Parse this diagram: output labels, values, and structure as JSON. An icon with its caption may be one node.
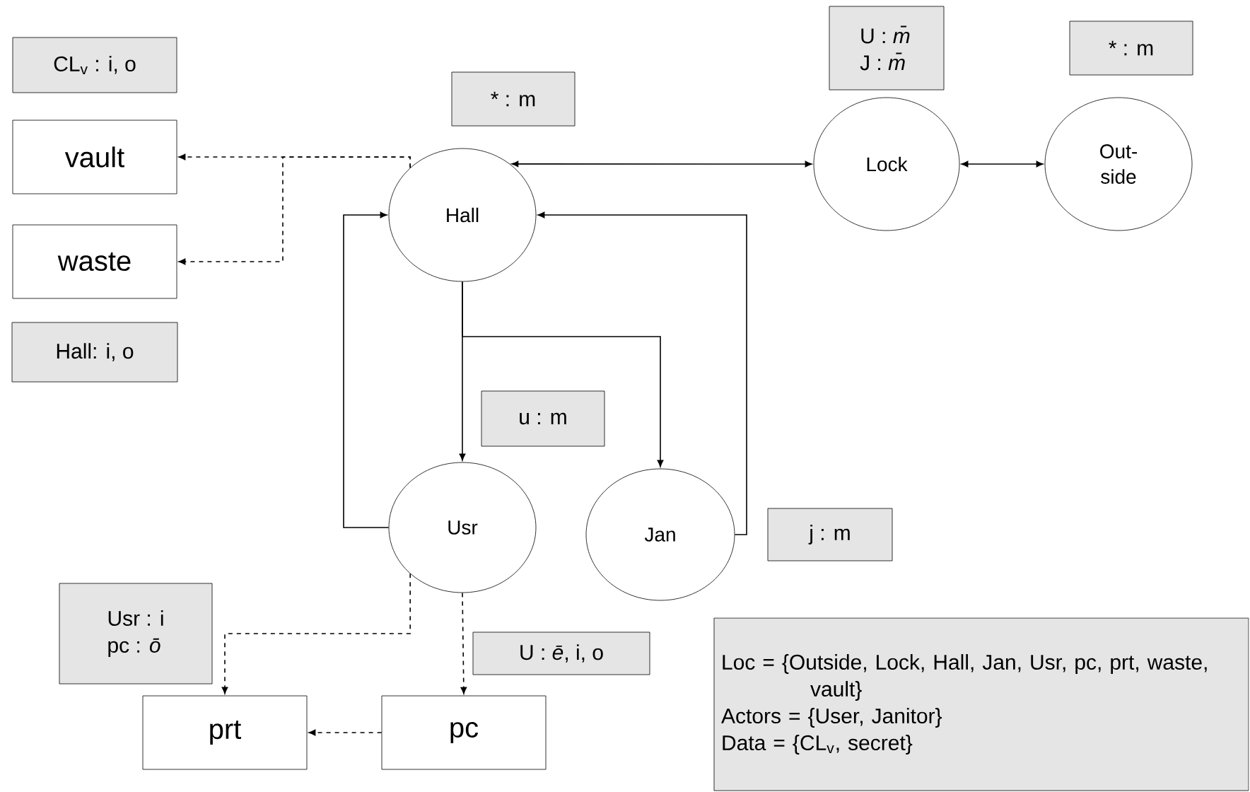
{
  "diagram": {
    "nodes": [
      {
        "text": [
          "CL$_{v}$ : i, o"
        ]
      },
      {
        "text": [
          "vault"
        ]
      },
      {
        "text": [
          "waste"
        ]
      },
      {
        "text": [
          "Hall: i, o"
        ]
      },
      {
        "text": [
          "* : m"
        ]
      },
      {
        "text": [
          "Hall"
        ]
      },
      {
        "text": [
          "U : *m̄*",
          "J : *m̄*"
        ]
      },
      {
        "text": [
          "* : m"
        ]
      },
      {
        "text": [
          "Lock"
        ]
      },
      {
        "text": [
          "Out-side"
        ]
      },
      {
        "text": [
          "u : m"
        ]
      },
      {
        "text": [
          "Usr"
        ]
      },
      {
        "text": [
          "Jan"
        ]
      },
      {
        "text": [
          "j : m"
        ]
      },
      {
        "text": [
          "Usr : i",
          "pc : *ō*"
        ]
      },
      {
        "text": [
          "U : *ē*, i, o"
        ]
      },
      {
        "text": [
          "prt"
        ]
      },
      {
        "text": [
          "pc"
        ]
      },
      {
        "text": [
          "Loc = {Outside, Lock, Hall, Jan, Usr, pc, prt, waste, vault}",
          "Actors = {User, Janitor}",
          "Data = {CL$_{v}$, secret}"
        ]
      }
    ],
    "edges": [
      {
        "from": 5,
        "to": 1,
        "arrow": "to",
        "style": "dashed"
      },
      {
        "from": 5,
        "to": 2,
        "arrow": "to",
        "style": "dashed"
      },
      {
        "from": 5,
        "to": 8,
        "arrow": "both"
      },
      {
        "from": 8,
        "to": 9,
        "arrow": "both"
      },
      {
        "from": 5,
        "to": 11,
        "arrow": "to"
      },
      {
        "from": 5,
        "to": 12,
        "arrow": "to"
      },
      {
        "from": 11,
        "to": 5,
        "arrow": "to"
      },
      {
        "from": 12,
        "to": 5,
        "arrow": "to"
      },
      {
        "from": 11,
        "to": 16,
        "arrow": "to",
        "style": "dashed"
      },
      {
        "from": 11,
        "to": 17,
        "arrow": "to",
        "style": "dashed"
      },
      {
        "from": 17,
        "to": 16,
        "arrow": "to",
        "style": "dashed"
      }
    ]
  }
}
